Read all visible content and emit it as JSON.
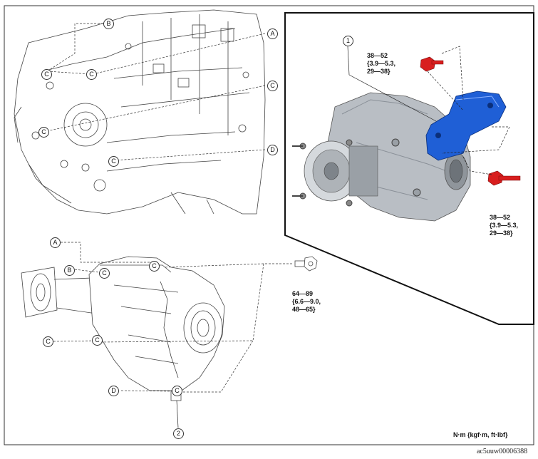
{
  "callouts": {
    "top_B": "B",
    "top_A": "A",
    "top_C_right": "C",
    "top_D_right": "D",
    "top_C1": "C",
    "top_C2": "C",
    "top_C3": "C",
    "top_C4": "C",
    "bot_A": "A",
    "bot_B": "B",
    "bot_C_left": "C",
    "bot_D_left": "D",
    "bot_C1": "C",
    "bot_C2": "C",
    "bot_C3": "C",
    "bot_C4": "C",
    "part1": "1",
    "part2": "2"
  },
  "torque_top_bolt": {
    "line1": "38—52",
    "line2": "{3.9—5.3,",
    "line3": "29—38}"
  },
  "torque_right_bolt": {
    "line1": "38—52",
    "line2": "{3.9—5.3,",
    "line3": "29—38}"
  },
  "torque_mount_bolt": {
    "line1": "64—89",
    "line2": "{6.6—9.0,",
    "line3": "48—65}"
  },
  "unit_label": "N·m {kgf·m, ft·lbf}",
  "reference": "ac5uuw00006388",
  "colors": {
    "bracket_blue": "#1f5fd6",
    "bolt_red": "#d81e1e",
    "casting_gray": "#b9bec4"
  }
}
